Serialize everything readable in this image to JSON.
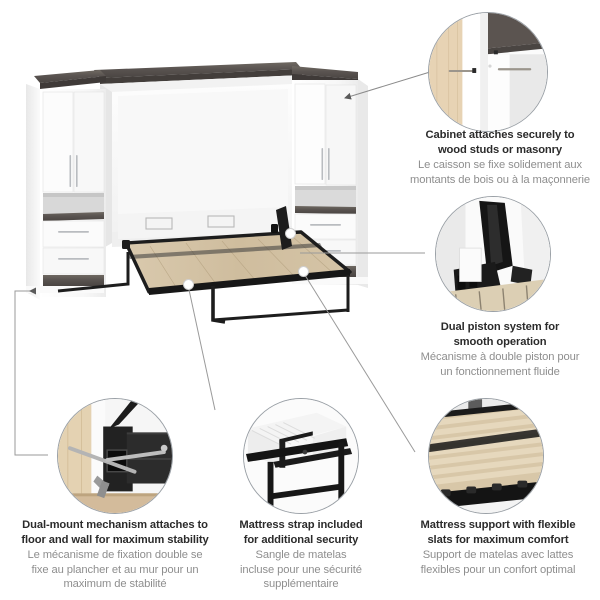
{
  "product": {
    "name": "murphy-bed-with-storage-cabinets",
    "palette": {
      "white_panel": "#ffffff",
      "panel_shade": "#f0f0f0",
      "panel_shadow": "#dcdcdc",
      "dark_wood": "#56514e",
      "dark_wood_light": "#6e6862",
      "slat_wood": "#d9c9ac",
      "slat_wood_dark": "#c3b093",
      "metal_black": "#1d1d1d",
      "handle_silver": "#b9bcc0"
    }
  },
  "callouts": [
    {
      "id": "cabinet-wall-mount",
      "name": "callout-cabinet-wall-mount",
      "photo": "cabinet-attached-to-wall-with-dowels"
    },
    {
      "id": "dual-piston",
      "name": "callout-dual-piston",
      "photo": "black-dual-piston-lift-mechanism"
    },
    {
      "id": "dual-mount",
      "name": "callout-dual-mount",
      "photo": "metal-bracket-with-screws-into-floor-and-wall"
    },
    {
      "id": "mattress-strap",
      "name": "callout-mattress-strap",
      "photo": "mattress-held-by-strap-on-bed-frame"
    },
    {
      "id": "mattress-slats",
      "name": "callout-mattress-slats",
      "photo": "flexible-wooden-slat-mattress-support"
    }
  ],
  "captions": [
    {
      "id": "cabinet-wall-mount",
      "en": [
        "Cabinet attaches securely to",
        "wood studs or masonry"
      ],
      "fr": [
        "Le caisson se fixe solidement aux",
        "montants de bois ou à la maçonnerie"
      ]
    },
    {
      "id": "dual-piston",
      "en": [
        "Dual piston system for",
        "smooth operation"
      ],
      "fr": [
        "Mécanisme à double piston pour",
        "un fonctionnement fluide"
      ]
    },
    {
      "id": "dual-mount",
      "en": [
        "Dual-mount mechanism attaches to",
        "floor and wall for maximum stability"
      ],
      "fr": [
        "Le mécanisme de fixation double se",
        "fixe au plancher et au mur pour un",
        "maximum de stabilité"
      ]
    },
    {
      "id": "mattress-strap",
      "en": [
        "Mattress strap included",
        "for additional security"
      ],
      "fr": [
        "Sangle de matelas",
        "incluse pour une sécurité",
        "supplémentaire"
      ]
    },
    {
      "id": "mattress-slats",
      "en": [
        "Mattress support with flexible",
        "slats for maximum comfort"
      ],
      "fr": [
        "Support de matelas avec lattes",
        "flexibles pour un confort optimal"
      ]
    }
  ],
  "colors": {
    "text_en": "#2b2b2b",
    "text_fr": "#8e8e8e",
    "leader_line": "#8a8a8a",
    "circle_border": "#9aa0a6",
    "background": "#ffffff"
  }
}
